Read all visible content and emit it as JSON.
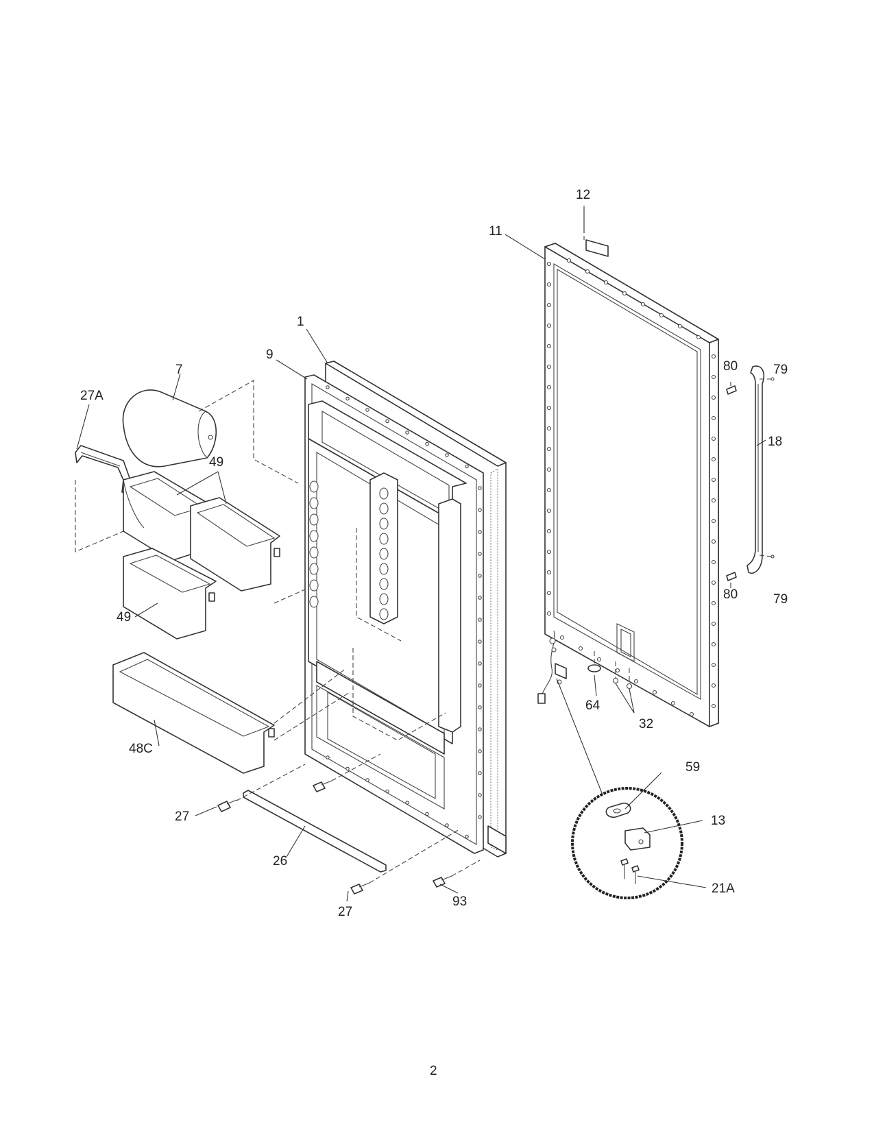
{
  "callouts": {
    "c1": "1",
    "c7": "7",
    "c9": "9",
    "c11": "11",
    "c12": "12",
    "c13": "13",
    "c18": "18",
    "c21a": "21A",
    "c26": "26",
    "c27_left": "27",
    "c27_bottom": "27",
    "c27a": "27A",
    "c32": "32",
    "c48c": "48C",
    "c49_top": "49",
    "c49_bottom": "49",
    "c59": "59",
    "c64": "64",
    "c79_top": "79",
    "c79_bottom": "79",
    "c80_top": "80",
    "c80_bottom": "80",
    "c93": "93"
  },
  "page_number": "2"
}
